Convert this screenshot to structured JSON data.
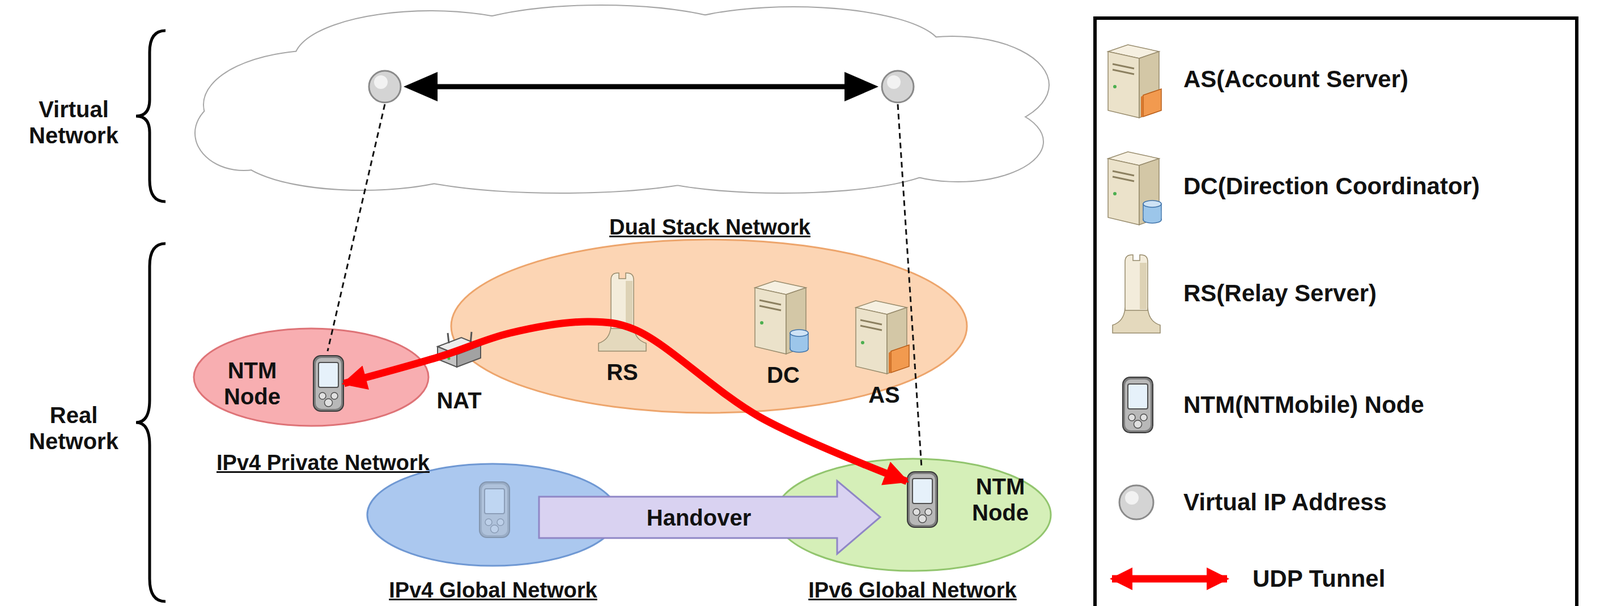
{
  "diagram": {
    "nodes": [
      {
        "text": [
          "Dual Stack Network"
        ]
      },
      {
        "text": [
          "RS"
        ],
        "in": 0
      },
      {
        "text": [
          "DC"
        ],
        "in": 0
      },
      {
        "text": [
          "AS"
        ],
        "in": 0
      },
      {
        "text": [
          "IPv4 Private Network"
        ]
      },
      {
        "text": [
          "NTM Node"
        ],
        "in": 4
      },
      {
        "text": [
          "NAT"
        ]
      },
      {
        "text": [
          "IPv4 Global Network"
        ]
      },
      {
        "text": [
          "IPv6 Global Network"
        ]
      },
      {
        "text": [
          "NTM Node"
        ],
        "in": 8
      },
      {
        "text": [
          "Handover"
        ]
      }
    ],
    "edges": [
      {
        "from": 5,
        "to": 9,
        "arrow": "both"
      }
    ],
    "labels": [
      "Virtual Network",
      "Real Network"
    ],
    "legend": [
      {
        "text": "AS(Account Server)"
      },
      {
        "text": "DC(Direction Coordinator)"
      },
      {
        "text": "RS(Relay Server)"
      },
      {
        "text": "NTM(NTMobile) Node"
      },
      {
        "text": "Virtual IP Address"
      },
      {
        "text": "UDP Tunnel"
      }
    ]
  }
}
